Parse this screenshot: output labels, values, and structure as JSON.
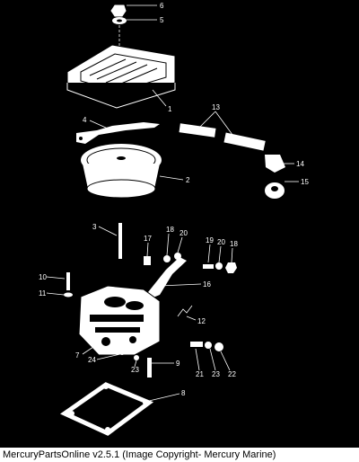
{
  "diagram": {
    "callouts": [
      "6",
      "5",
      "1",
      "4",
      "13",
      "14",
      "15",
      "2",
      "3",
      "17",
      "18",
      "20",
      "19",
      "20",
      "18",
      "10",
      "11",
      "16",
      "12",
      "7",
      "24",
      "23",
      "9",
      "21",
      "23",
      "22",
      "8"
    ]
  },
  "footer": {
    "caption": "MercuryPartsOnline v2.5.1 (Image Copyright- Mercury Marine)"
  }
}
